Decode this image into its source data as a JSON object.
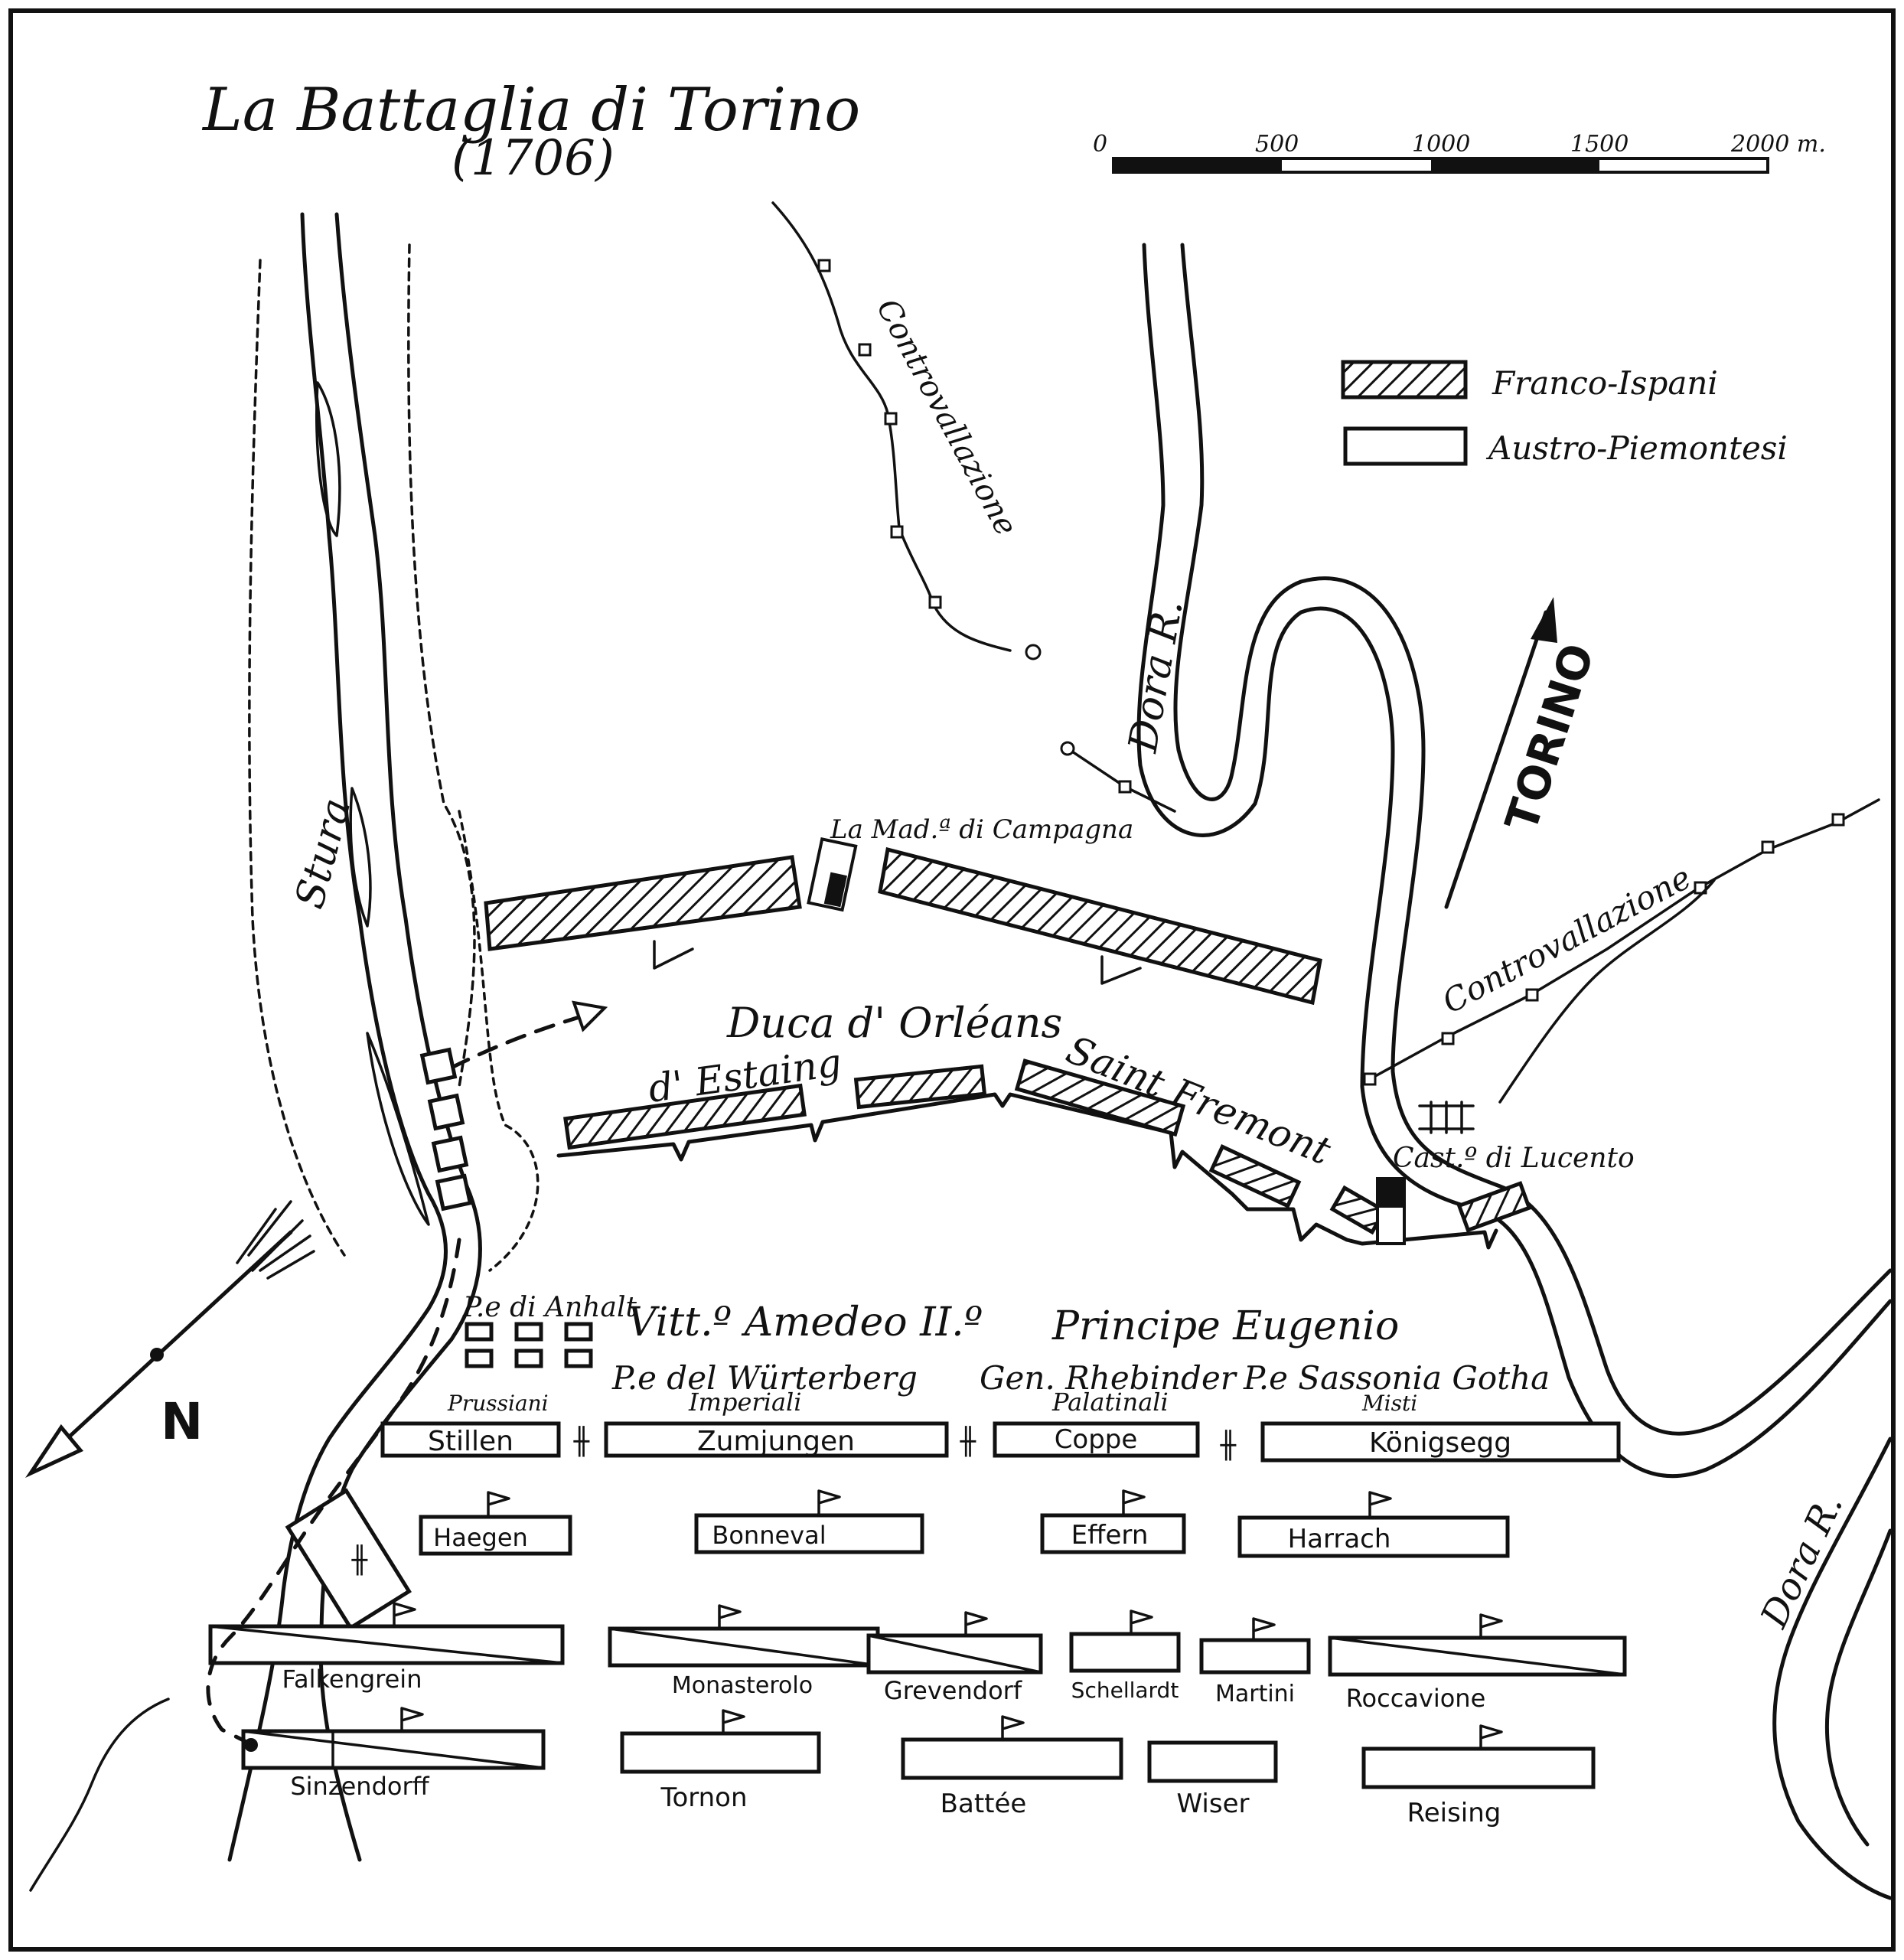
{
  "title": "La Battaglia di Torino",
  "year": "(1706)",
  "scale": {
    "ticks": [
      "0",
      "500",
      "1000",
      "1500",
      "2000 m."
    ]
  },
  "legend": {
    "franco_ispani": "Franco-Ispani",
    "austro_piemontesi": "Austro-Piemontesi"
  },
  "rivers": {
    "stura": "Stura",
    "dora_north": "Dora R.",
    "dora_south": "Dora R."
  },
  "lines": {
    "controvallazione_north": "Controvallazione",
    "controvallazione_east": "Controvallazione"
  },
  "places": {
    "madonna": "La Mad.ª di Campagna",
    "lucento": "Cast.º di Lucento",
    "torino": "TORINO"
  },
  "french": {
    "commander": "Duca d' Orléans",
    "left": "d' Estaing",
    "right": "Saint Fremont"
  },
  "allied": {
    "anhalt": "P.e di Anhalt",
    "vittorio": "Vitt.º Amedeo II.º",
    "eugenio": "Principe Eugenio",
    "wurtemberg": "P.e del Würterberg",
    "rhebinder": "Gen. Rhebinder",
    "sassonia": "P.e Sassonia Gotha",
    "prussiani": "Prussiani",
    "imperiali": "Imperiali",
    "palatinali": "Palatinali",
    "misti": "Misti"
  },
  "units_row1": [
    "Stillen",
    "Zumjungen",
    "Coppe",
    "Königsegg"
  ],
  "units_row2": [
    "Haegen",
    "Bonneval",
    "Effern",
    "Harrach"
  ],
  "units_row3": [
    "Falkengrein",
    "Monasterolo",
    "Grevendorf",
    "Schellardt",
    "Martini",
    "Roccavione"
  ],
  "units_row4": [
    "Sinzendorff",
    "Tornon",
    "Battée",
    "Wiser",
    "Reising"
  ],
  "compass": "N",
  "colors": {
    "ink": "#111111",
    "paper": "#ffffff"
  }
}
